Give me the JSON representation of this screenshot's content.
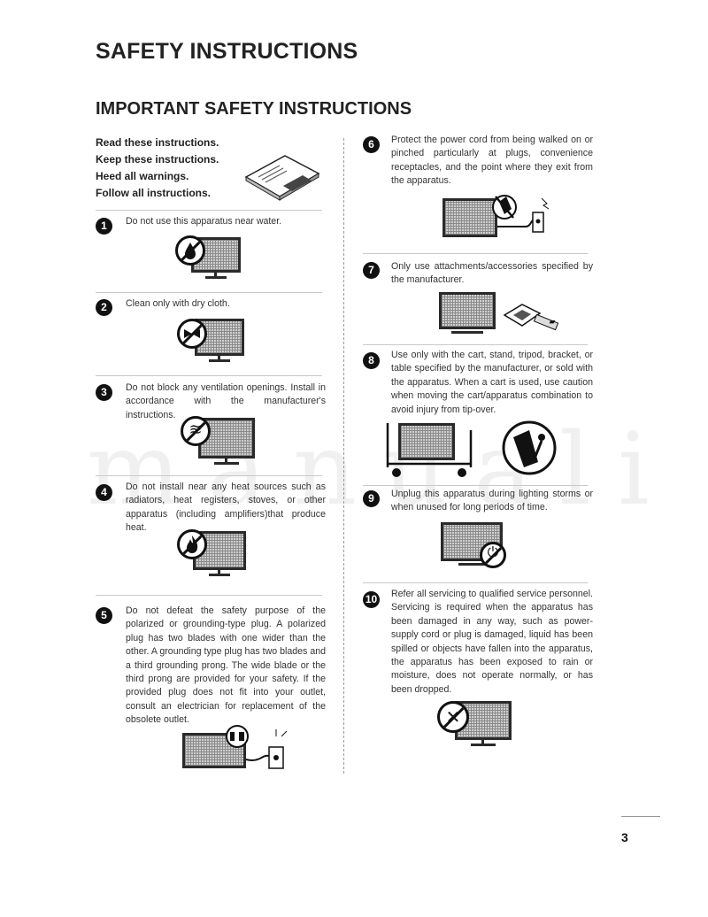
{
  "header": {
    "title": "SAFETY INSTRUCTIONS",
    "subtitle": "IMPORTANT SAFETY INSTRUCTIONS"
  },
  "intro": {
    "lines": [
      "Read these instructions.",
      "Keep these instructions.",
      "Heed all warnings.",
      "Follow all instructions."
    ]
  },
  "items": [
    {
      "number": "1",
      "text": "Do not use this apparatus near water."
    },
    {
      "number": "2",
      "text": "Clean only with dry cloth."
    },
    {
      "number": "3",
      "text": "Do not block any ventilation openings. Install in accordance with the manufacturer's instructions."
    },
    {
      "number": "4",
      "text": "Do not install near any heat sources such as radiators, heat registers, stoves, or other apparatus (including amplifiers)that produce heat."
    },
    {
      "number": "5",
      "text": "Do not defeat the safety purpose of the polarized or grounding-type plug. A polarized plug has two blades with one wider than the other. A grounding type plug has two blades and a third grounding prong. The wide blade or the third prong are provided for your safety. If the provided plug does not fit into your outlet, consult an electrician for replacement of the obsolete outlet."
    },
    {
      "number": "6",
      "text": "Protect the power cord from being walked on or pinched particularly at plugs, convenience receptacles, and the point where they exit from the apparatus."
    },
    {
      "number": "7",
      "text": "Only use attachments/accessories specified by the manufacturer."
    },
    {
      "number": "8",
      "text": "Use only with the cart, stand, tripod, bracket, or table specified by the manufacturer, or sold with the apparatus. When a cart is used, use caution when moving the cart/apparatus combination to avoid injury from tip-over."
    },
    {
      "number": "9",
      "text": "Unplug this apparatus during lighting storms or when unused for long periods of time."
    },
    {
      "number": "10",
      "text": "Refer all servicing to qualified service personnel. Servicing is required when the apparatus has been damaged in any way, such as power-supply cord or plug is damaged, liquid has been spilled or objects have fallen into the apparatus, the apparatus has been exposed to rain or moisture, does not operate normally, or has been dropped."
    }
  ],
  "figures": {
    "item3_symbol": "≋",
    "item7_symbol": "▰",
    "item9_symbol": "⏻",
    "item10_symbol": "✕"
  },
  "page": {
    "number": "3"
  },
  "watermark": "manuali",
  "icons": {
    "water": "water-drop-icon",
    "cloth": "bow-tie-icon",
    "vent": "ventilation-icon",
    "heat": "flame-icon",
    "plug": "plug-icon",
    "book": "manual-book-icon",
    "cart": "cart-tipover-icon",
    "tools": "tools-icon"
  }
}
